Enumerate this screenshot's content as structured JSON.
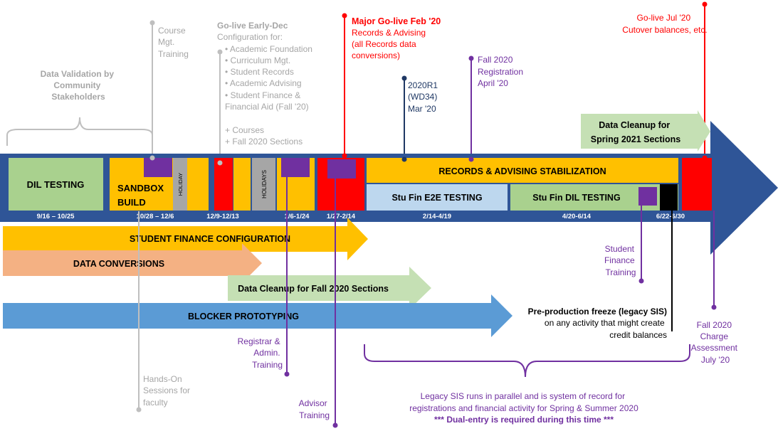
{
  "colors": {
    "timeline": "#2f5597",
    "green_box": "#a9d18e",
    "orange": "#ffc000",
    "red": "#ff0000",
    "purple": "#7030a0",
    "gray": "#a6a6a6",
    "blue_light": "#bdd7ee",
    "salmon": "#f4b183",
    "blue_arrow": "#5b9bd5",
    "light_green": "#c5e0b4",
    "navy_text": "#1f3864"
  },
  "top_notes": {
    "data_validation": [
      "Data Validation by",
      "Community",
      "Stakeholders"
    ],
    "course_mgt": [
      "Course",
      "Mgt.",
      "Training"
    ],
    "golive_early_title": "Go-live Early-Dec",
    "golive_early_lines": [
      "Configuration for:",
      "•  Academic Foundation",
      "•  Curriculum Mgt.",
      "•  Student Records",
      "•  Academic Advising",
      "•  Student Finance &",
      "    Financial Aid (Fall '20)",
      "",
      "+ Courses",
      "+ Fall 2020 Sections"
    ],
    "major_golive_title": "Major Go-live Feb '20",
    "major_golive_lines": [
      "Records & Advising",
      "(all Records data",
      "conversions)"
    ],
    "r1": [
      "2020R1",
      "(WD34)",
      "Mar '20"
    ],
    "fall_registration": [
      "Fall 2020",
      "Registration",
      "April '20"
    ],
    "golive_jul": [
      "Go-live Jul '20",
      "Cutover balances, etc."
    ]
  },
  "bars": {
    "dil_testing": "DIL TESTING",
    "sandbox": [
      "SANDBOX",
      "BUILD"
    ],
    "holiday1": "HOLIDAY",
    "holiday2": "HOLIDAYS",
    "records_stab": "RECORDS & ADVISING STABILIZATION",
    "stufin_e2e": "Stu Fin E2E TESTING",
    "stufin_dil": "Stu Fin DIL TESTING",
    "cleanup_spring": [
      "Data Cleanup for",
      "Spring 2021 Sections"
    ]
  },
  "dates": [
    "9/16 –  10/25",
    "10/28 –  12/6",
    "12/9-12/13",
    "1/6-1/24",
    "1/27-2/14",
    "2/14-4/19",
    "4/20-6/14",
    "6/22-6/30"
  ],
  "arrows": {
    "stu_fin_config": "STUDENT FINANCE CONFIGURATION",
    "data_conversions": "DATA CONVERSIONS",
    "cleanup_fall": "Data Cleanup for Fall 2020 Sections",
    "blocker": "BLOCKER PROTOTYPING"
  },
  "bottom_notes": {
    "student_finance_training": [
      "Student",
      "Finance",
      "Training"
    ],
    "freeze_title": "Pre-production freeze (legacy SIS)",
    "freeze_lines": [
      "on any activity that might create",
      "credit balances"
    ],
    "fall_charge": [
      "Fall 2020",
      "Charge",
      "Assessment",
      "July '20"
    ],
    "registrar": [
      "Registrar &",
      "Admin.",
      "Training"
    ],
    "hands_on": [
      "Hands-On",
      "Sessions for",
      "faculty"
    ],
    "advisor": [
      "Advisor",
      "Training"
    ],
    "legacy_lines": [
      "Legacy SIS runs in parallel and is system of record for",
      "registrations and financial activity for Spring & Summer 2020"
    ],
    "dual_entry": "*** Dual-entry is required during this time ***"
  }
}
